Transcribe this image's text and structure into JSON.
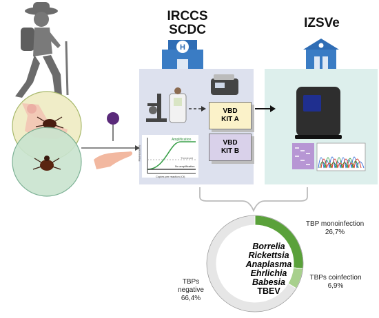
{
  "institutions": {
    "left": {
      "line1": "IRCCS",
      "line2": "SCDC"
    },
    "right": {
      "line1": "IZSVe"
    }
  },
  "kits": [
    {
      "line1": "VBD",
      "line2": "KIT A"
    },
    {
      "line1": "VBD",
      "line2": "KIT B"
    }
  ],
  "pcr_plot": {
    "ylabel": "Fluorescence",
    "xlabel": "Copies per reaction (Ct)",
    "amplification": "Amplification",
    "threshold": "Threshold",
    "no_amplification": "No amplification"
  },
  "pathogens": [
    "Borrelia",
    "Rickettsia",
    "Anaplasma",
    "Ehrlichia",
    "Babesia",
    "TBEV"
  ],
  "results": [
    {
      "label": "TBP monoinfection",
      "percent": "26,7%",
      "value": 26.7,
      "color": "#5aa13a"
    },
    {
      "label": "TBPs coinfection",
      "percent": "6,9%",
      "value": 6.9,
      "color": "#a8d08d"
    },
    {
      "label_line1": "TBPs",
      "label_line2": "negative",
      "percent": "66,4%",
      "value": 66.4,
      "color": "#e6e6e6"
    }
  ],
  "colors": {
    "left_panel": "#dde1ee",
    "right_panel": "#ddefec",
    "tick_ring": "#f0edc8",
    "human_ring": "#c9e4cf",
    "kit_a": "#fbf2c9",
    "kit_b": "#d9d1ea"
  }
}
